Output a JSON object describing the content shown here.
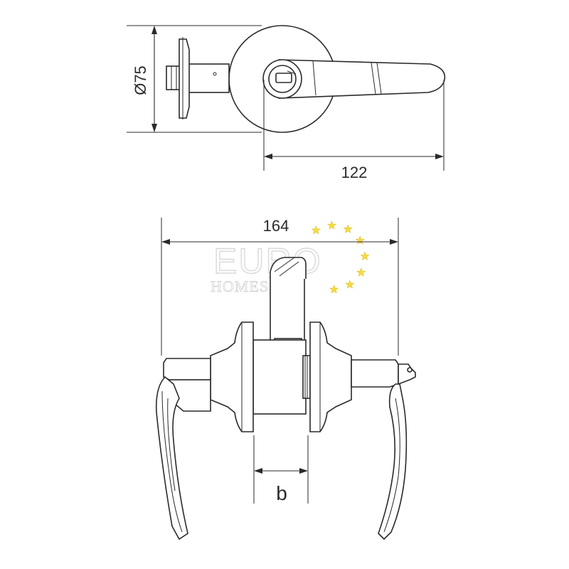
{
  "drawing": {
    "dimensions": {
      "rose_diameter": "Ø75",
      "lever_length": "122",
      "overall_width": "164",
      "door_thickness": "b"
    }
  },
  "watermark": {
    "brand_line1": "EURO",
    "brand_line2": "HOMES",
    "star_color": "#f4dc45"
  }
}
